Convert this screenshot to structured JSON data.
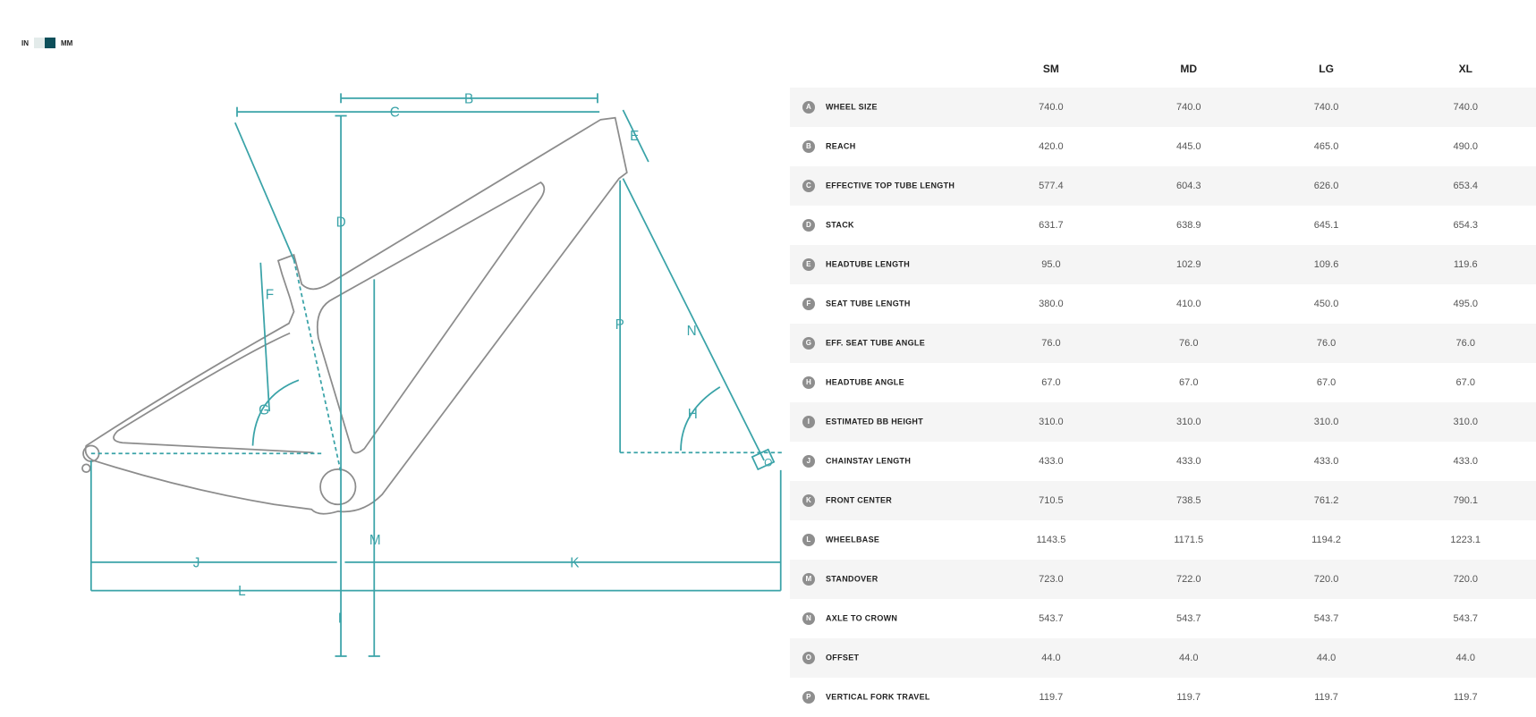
{
  "units": {
    "in": "IN",
    "mm": "MM",
    "active": "MM",
    "in_color": "#e3ebea",
    "mm_color": "#0d4f5a"
  },
  "diagram_labels": {
    "A": "",
    "B": "B",
    "C": "C",
    "D": "D",
    "E": "E",
    "F": "F",
    "G": "G",
    "H": "H",
    "I": "I",
    "J": "J",
    "K": "K",
    "L": "L",
    "M": "M",
    "N": "N",
    "O": "O",
    "P": "P"
  },
  "table": {
    "headers": [
      "SM",
      "MD",
      "LG",
      "XL"
    ],
    "rows": [
      {
        "letter": "A",
        "label": "WHEEL SIZE",
        "values": [
          "740.0",
          "740.0",
          "740.0",
          "740.0"
        ]
      },
      {
        "letter": "B",
        "label": "REACH",
        "values": [
          "420.0",
          "445.0",
          "465.0",
          "490.0"
        ]
      },
      {
        "letter": "C",
        "label": "EFFECTIVE TOP TUBE LENGTH",
        "values": [
          "577.4",
          "604.3",
          "626.0",
          "653.4"
        ]
      },
      {
        "letter": "D",
        "label": "STACK",
        "values": [
          "631.7",
          "638.9",
          "645.1",
          "654.3"
        ]
      },
      {
        "letter": "E",
        "label": "HEADTUBE LENGTH",
        "values": [
          "95.0",
          "102.9",
          "109.6",
          "119.6"
        ]
      },
      {
        "letter": "F",
        "label": "SEAT TUBE LENGTH",
        "values": [
          "380.0",
          "410.0",
          "450.0",
          "495.0"
        ]
      },
      {
        "letter": "G",
        "label": "EFF. SEAT TUBE ANGLE",
        "values": [
          "76.0",
          "76.0",
          "76.0",
          "76.0"
        ]
      },
      {
        "letter": "H",
        "label": "HEADTUBE ANGLE",
        "values": [
          "67.0",
          "67.0",
          "67.0",
          "67.0"
        ]
      },
      {
        "letter": "I",
        "label": "ESTIMATED BB HEIGHT",
        "values": [
          "310.0",
          "310.0",
          "310.0",
          "310.0"
        ]
      },
      {
        "letter": "J",
        "label": "CHAINSTAY LENGTH",
        "values": [
          "433.0",
          "433.0",
          "433.0",
          "433.0"
        ]
      },
      {
        "letter": "K",
        "label": "FRONT CENTER",
        "values": [
          "710.5",
          "738.5",
          "761.2",
          "790.1"
        ]
      },
      {
        "letter": "L",
        "label": "WHEELBASE",
        "values": [
          "1143.5",
          "1171.5",
          "1194.2",
          "1223.1"
        ]
      },
      {
        "letter": "M",
        "label": "STANDOVER",
        "values": [
          "723.0",
          "722.0",
          "720.0",
          "720.0"
        ]
      },
      {
        "letter": "N",
        "label": "AXLE TO CROWN",
        "values": [
          "543.7",
          "543.7",
          "543.7",
          "543.7"
        ]
      },
      {
        "letter": "O",
        "label": "OFFSET",
        "values": [
          "44.0",
          "44.0",
          "44.0",
          "44.0"
        ]
      },
      {
        "letter": "P",
        "label": "VERTICAL FORK TRAVEL",
        "values": [
          "119.7",
          "119.7",
          "119.7",
          "119.7"
        ]
      }
    ]
  }
}
